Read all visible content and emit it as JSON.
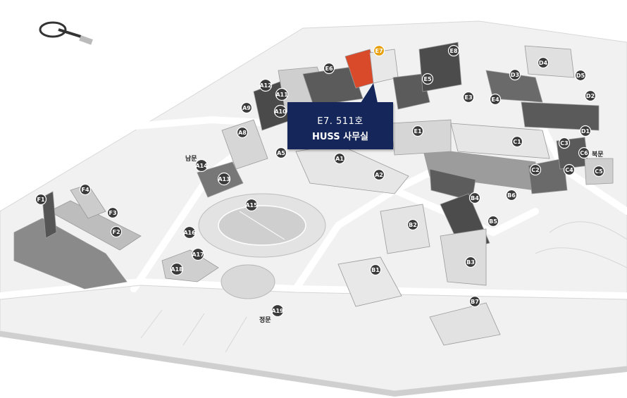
{
  "callout": {
    "room": "E7. 511호",
    "office": "HUSS 사무실"
  },
  "gates": {
    "south": "남문",
    "main": "정문",
    "north": "북문"
  },
  "highlight_color": "#e8a010",
  "callout_color": "#15275a",
  "highlighted_building": "E7",
  "buildings": [
    "A1",
    "A2",
    "A5",
    "A8",
    "A9",
    "A10",
    "A11",
    "A12",
    "A13",
    "A14",
    "A15",
    "A16",
    "A17",
    "A18",
    "A19",
    "B1",
    "B2",
    "B3",
    "B4",
    "B5",
    "B6",
    "B7",
    "C1",
    "C2",
    "C3",
    "C4",
    "C5",
    "C6",
    "D1",
    "D2",
    "D3",
    "D4",
    "D5",
    "E1",
    "E3",
    "E4",
    "E5",
    "E6",
    "E7",
    "E8",
    "F1",
    "F2",
    "F3",
    "F4"
  ]
}
